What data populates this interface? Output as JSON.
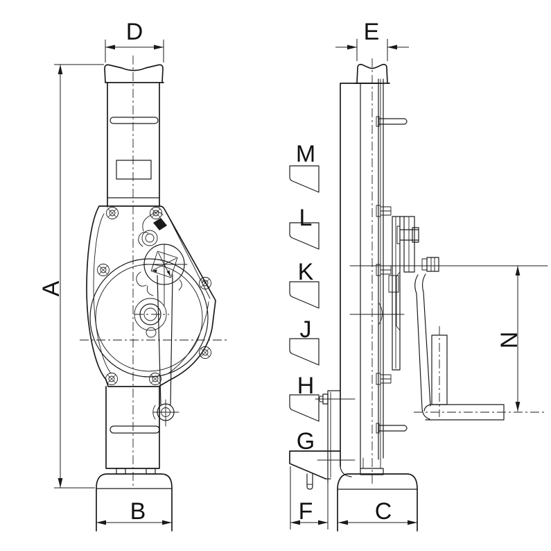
{
  "drawing": {
    "type": "two-view mechanical jack dimension drawing",
    "colors": {
      "ink": "#1a1a1a",
      "paper": "#ffffff"
    }
  },
  "labels": {
    "overall_height": "A",
    "base_width": "B",
    "base_depth": "C",
    "saddle_width": "D",
    "saddle_depth": "E",
    "claw_depth": "F",
    "claw": "G",
    "claw_pos_1": "H",
    "claw_pos_2": "J",
    "claw_pos_3": "K",
    "claw_pos_4": "L",
    "claw_pos_5": "M",
    "crank_reach": "N"
  }
}
